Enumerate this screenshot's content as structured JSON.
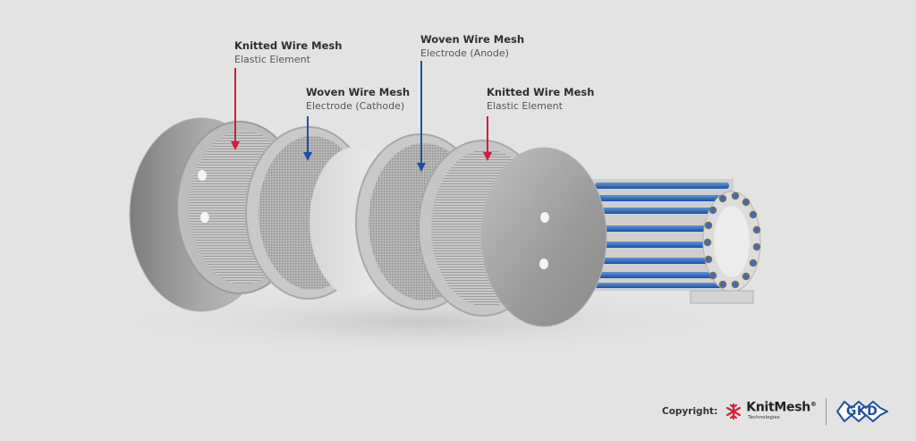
{
  "labels": [
    {
      "id": "knitted-1",
      "title": "Knitted Wire Mesh",
      "subtitle": "Elastic Element",
      "arrow_color": "#c8203d"
    },
    {
      "id": "woven-cathode",
      "title": "Woven Wire Mesh",
      "subtitle": "Electrode (Cathode)",
      "arrow_color": "#1f4fa3"
    },
    {
      "id": "woven-anode",
      "title": "Woven Wire Mesh",
      "subtitle": "Electrode (Anode)",
      "arrow_color": "#1f4fa3"
    },
    {
      "id": "knitted-2",
      "title": "Knitted Wire Mesh",
      "subtitle": "Elastic Element",
      "arrow_color": "#c8203d"
    }
  ],
  "footer": {
    "copyright_label": "Copyright:",
    "brand1_name": "KnitMesh",
    "brand1_reg": "®",
    "brand1_sub": "Technologies",
    "brand2_name": "GKD"
  },
  "colors": {
    "background": "#e3e3e3",
    "red_accent": "#c8203d",
    "blue_accent": "#1f4fa3",
    "tube_blue": "#3a78c9"
  }
}
